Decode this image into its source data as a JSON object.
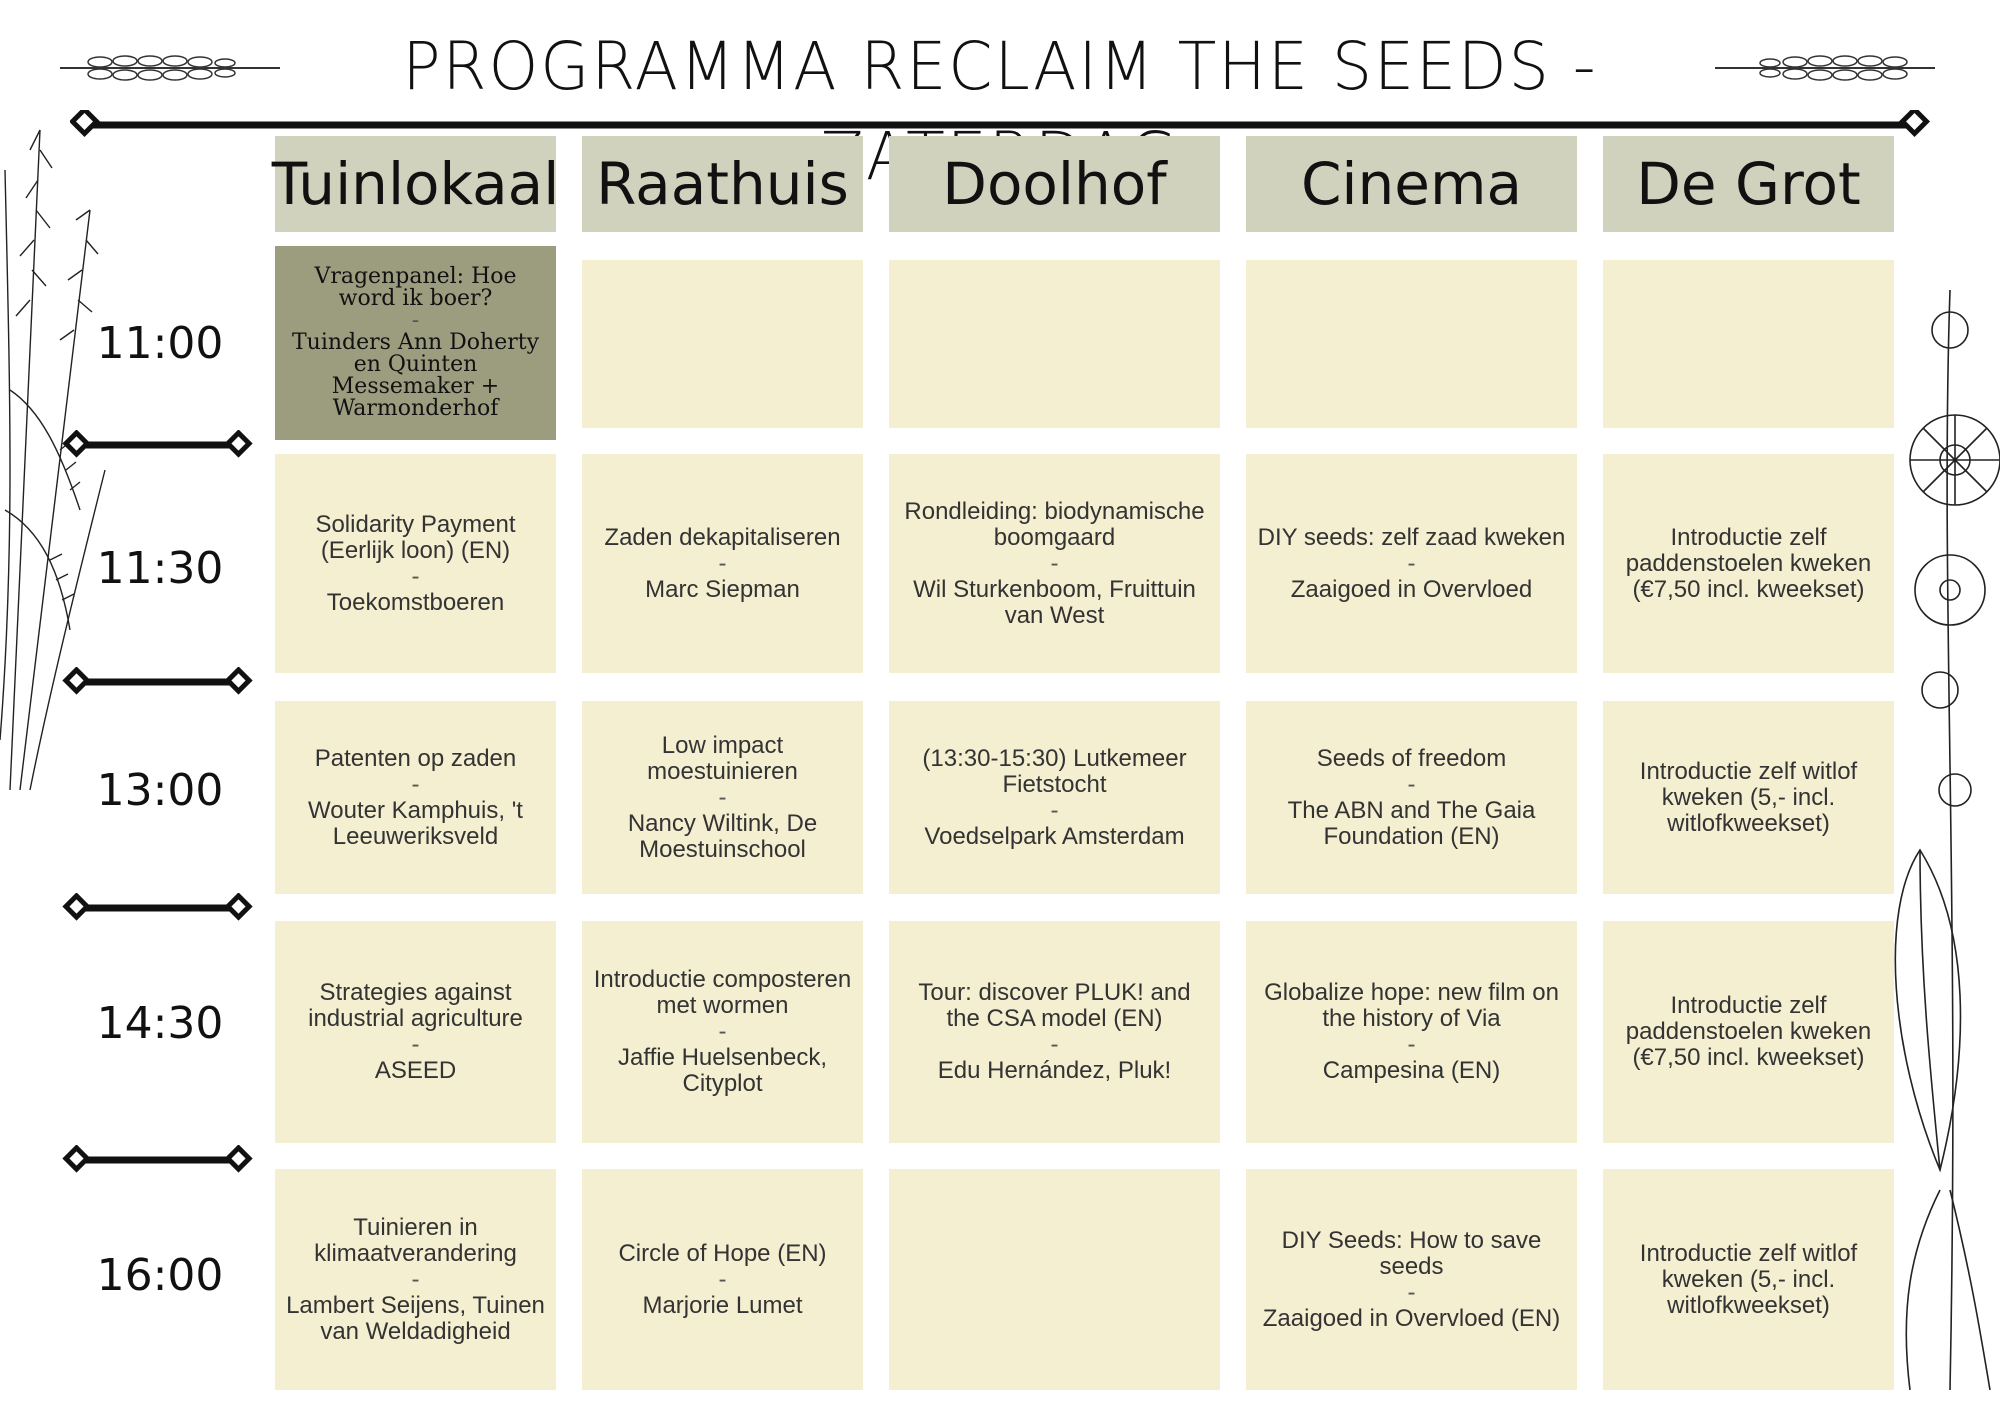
{
  "title": "PROGRAMMA RECLAIM THE SEEDS - ZATERDAG",
  "rooms": [
    "Tuinlokaal",
    "Raathuis",
    "Doolhof",
    "Cinema",
    "De Grot"
  ],
  "times": [
    "11:00",
    "11:30",
    "13:00",
    "14:30",
    "16:00"
  ],
  "sessions": [
    [
      {
        "title": "Vragenpanel: Hoe word ik boer?",
        "sep": "-",
        "speaker": "Tuinders Ann Doherty en Quinten Messemaker + Warmonderhof"
      },
      {
        "title": "",
        "sep": "",
        "speaker": ""
      },
      {
        "title": "",
        "sep": "",
        "speaker": ""
      },
      {
        "title": "",
        "sep": "",
        "speaker": ""
      },
      {
        "title": "",
        "sep": "",
        "speaker": ""
      }
    ],
    [
      {
        "title": "Solidarity Payment (Eerlijk loon) (EN)",
        "sep": "-",
        "speaker": "Toekomstboeren"
      },
      {
        "title": "Zaden dekapitaliseren",
        "sep": "-",
        "speaker": "Marc Siepman"
      },
      {
        "title": "Rondleiding: biodynamische boomgaard",
        "sep": "-",
        "speaker": "Wil Sturkenboom, Fruittuin van West"
      },
      {
        "title": "DIY seeds: zelf zaad kweken",
        "sep": "-",
        "speaker": "Zaaigoed in Overvloed"
      },
      {
        "title": "Introductie zelf paddenstoelen kweken (€7,50 incl. kweekset)",
        "sep": "",
        "speaker": ""
      }
    ],
    [
      {
        "title": "Patenten op zaden",
        "sep": "-",
        "speaker": "Wouter Kamphuis, 't Leeuweriksveld"
      },
      {
        "title": "Low impact moestuinieren",
        "sep": "-",
        "speaker": "Nancy Wiltink, De Moestuinschool"
      },
      {
        "title": "(13:30-15:30) Lutkemeer Fietstocht",
        "sep": "-",
        "speaker": "Voedselpark Amsterdam"
      },
      {
        "title": "Seeds of freedom",
        "sep": "-",
        "speaker": "The ABN and The Gaia Foundation (EN)"
      },
      {
        "title": "Introductie zelf witlof kweken (5,- incl. witlofkweekset)",
        "sep": "",
        "speaker": ""
      }
    ],
    [
      {
        "title": "Strategies against industrial agriculture",
        "sep": "-",
        "speaker": "ASEED"
      },
      {
        "title": "Introductie composteren met wormen",
        "sep": "-",
        "speaker": "Jaffie Huelsenbeck, Cityplot"
      },
      {
        "title": "Tour: discover PLUK! and the CSA model (EN)",
        "sep": "-",
        "speaker": "Edu Hernández, Pluk!"
      },
      {
        "title": "Globalize hope: new film on the history of Via",
        "sep": "-",
        "speaker": "Campesina (EN)"
      },
      {
        "title": "Introductie zelf paddenstoelen kweken (€7,50 incl. kweekset)",
        "sep": "",
        "speaker": ""
      }
    ],
    [
      {
        "title": "Tuinieren in klimaatverandering",
        "sep": "-",
        "speaker": "Lambert Seijens, Tuinen van Weldadigheid"
      },
      {
        "title": "Circle of Hope (EN)",
        "sep": "-",
        "speaker": "Marjorie Lumet"
      },
      {
        "title": "",
        "sep": "",
        "speaker": ""
      },
      {
        "title": "DIY Seeds: How to save seeds",
        "sep": "-",
        "speaker": "Zaaigoed in Overvloed (EN)"
      },
      {
        "title": "Introductie zelf witlof kweken (5,- incl. witlofkweekset)",
        "sep": "",
        "speaker": ""
      }
    ]
  ]
}
